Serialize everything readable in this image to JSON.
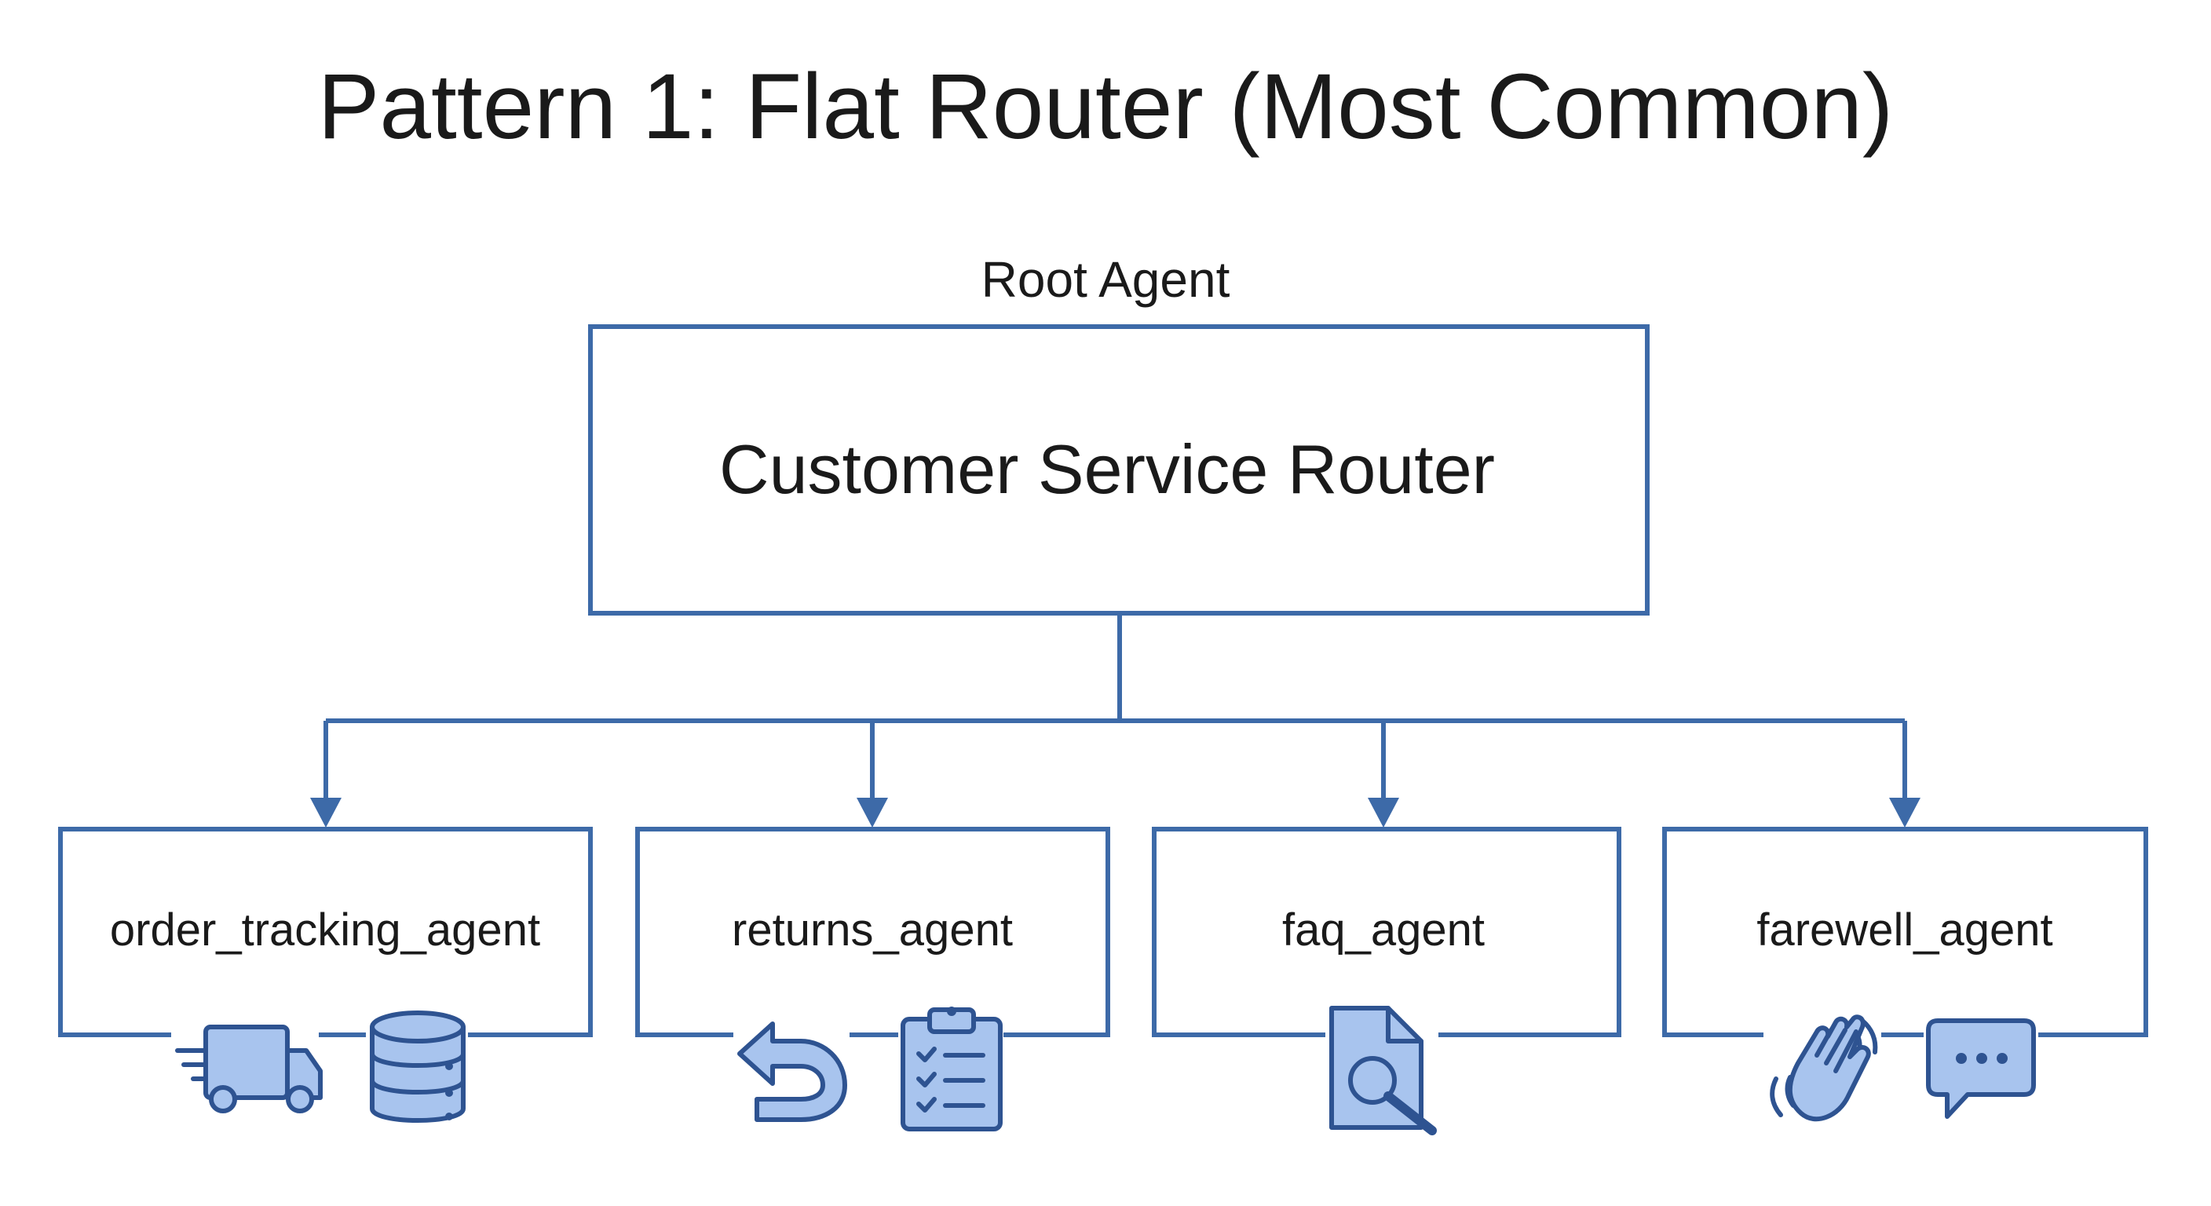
{
  "title": "Pattern 1: Flat Router (Most Common)",
  "root": {
    "caption": "Root Agent",
    "label": "Customer Service Router"
  },
  "agents": [
    {
      "label": "order_tracking_agent",
      "icons": [
        "delivery-truck-icon",
        "database-icon"
      ]
    },
    {
      "label": "returns_agent",
      "icons": [
        "return-arrow-icon",
        "clipboard-checklist-icon"
      ]
    },
    {
      "label": "faq_agent",
      "icons": [
        "document-search-icon"
      ]
    },
    {
      "label": "farewell_agent",
      "icons": [
        "waving-hand-icon",
        "chat-bubble-icon"
      ]
    }
  ],
  "colors": {
    "line": "#3d6aa8",
    "icon_fill": "#a8c4ee",
    "icon_stroke": "#2e5391",
    "text": "#1a1a1a"
  }
}
